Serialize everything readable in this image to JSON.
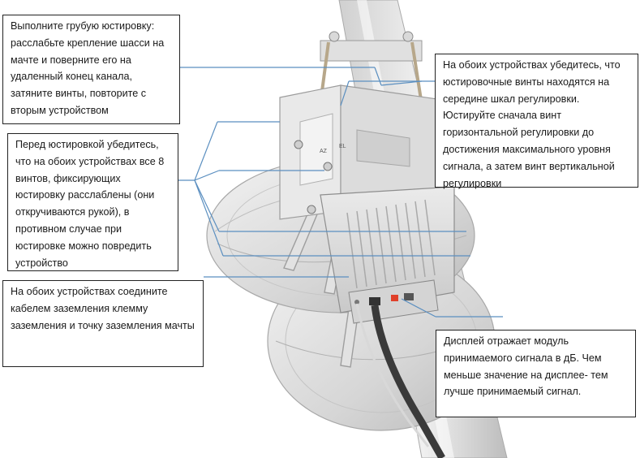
{
  "callouts": {
    "rough_alignment": "Выполните грубую юстировку: расслабьте крепление шасси на мачте и поверните его на удаленный конец канала, затяните винты, повторите с вторым устройством",
    "alignment_screws": "На обоих устройствах убедитесь, что юстировочные винты находятся на середине шкал регулировки. Юстируйте сначала винт горизонтальной регулировки до достижения максимального уровня сигнала, а затем винт вертикальной регулировки",
    "loosen_screws": "Перед юстировкой убедитесь, что на обоих устройствах все 8 винтов, фиксирующих юстировку расслаблены (они откручиваются рукой), в противном случае при юстировке можно повредить устройство",
    "grounding": "На обоих устройствах соедините кабелем заземления клемму заземления и точку заземления мачты",
    "display": "Дисплей отражает модуль принимаемого сигнала в дБ. Чем меньше значение на дисплее- тем лучше принимаемый сигнал."
  },
  "device_labels": {
    "az": "AZ",
    "el": "EL"
  },
  "colors": {
    "leader_line": "#5b8fc0",
    "device_body": "#e4e4e4",
    "device_shade": "#bfbfbf",
    "cable": "#3a3a3a",
    "display_led": "#e0402a"
  }
}
